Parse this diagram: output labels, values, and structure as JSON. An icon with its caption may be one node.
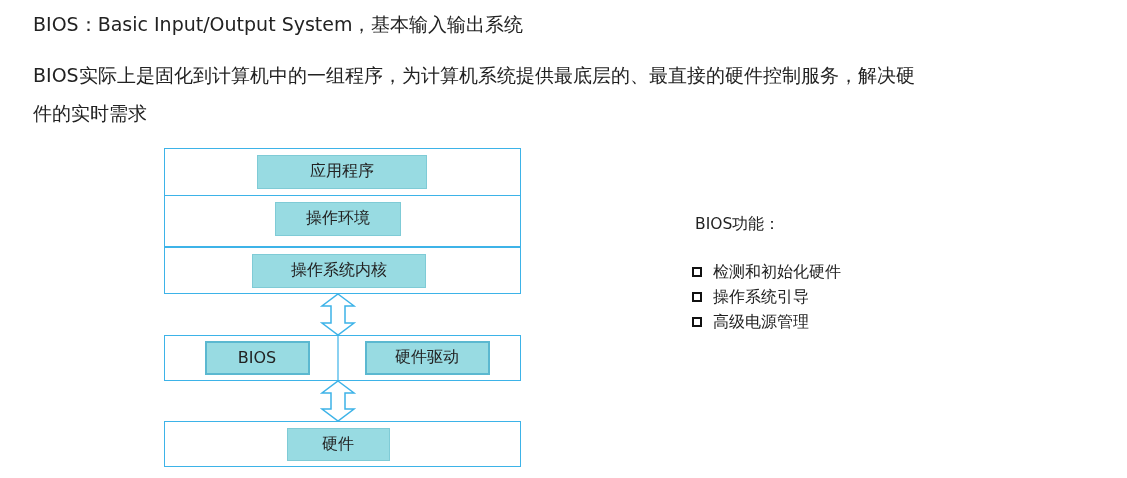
{
  "diagram": {
    "nodes": [
      {
        "text": [],
        "shape": "box"
      },
      {
        "text": [
          "应用程序"
        ],
        "in": 0
      },
      {
        "text": [],
        "shape": "box"
      },
      {
        "text": [
          "操作环境"
        ],
        "in": 2
      },
      {
        "text": [],
        "shape": "box"
      },
      {
        "text": [
          "操作系统内核"
        ],
        "in": 4
      },
      {
        "text": [],
        "shape": "box"
      },
      {
        "text": [
          "BIOS"
        ],
        "in": 6
      },
      {
        "text": [
          "硬件驱动"
        ],
        "in": 6
      },
      {
        "text": [],
        "shape": "box"
      },
      {
        "text": [
          "硬件"
        ],
        "in": 9
      }
    ],
    "edges": [
      {
        "from": 4,
        "to": 6,
        "arrow": "both"
      },
      {
        "from": 6,
        "to": 9,
        "arrow": "both"
      }
    ],
    "labels": [
      "BIOS：Basic Input/Output System，基本输入输出系统",
      "BIOS实际上是固化到计算机中的一组程序，为计算机系统提供最底层的、最直接的硬件控制服务，解决硬件的实时需求",
      "BIOS功能：",
      "检测和初始化硬件",
      "操作系统引导",
      "高级电源管理"
    ]
  }
}
